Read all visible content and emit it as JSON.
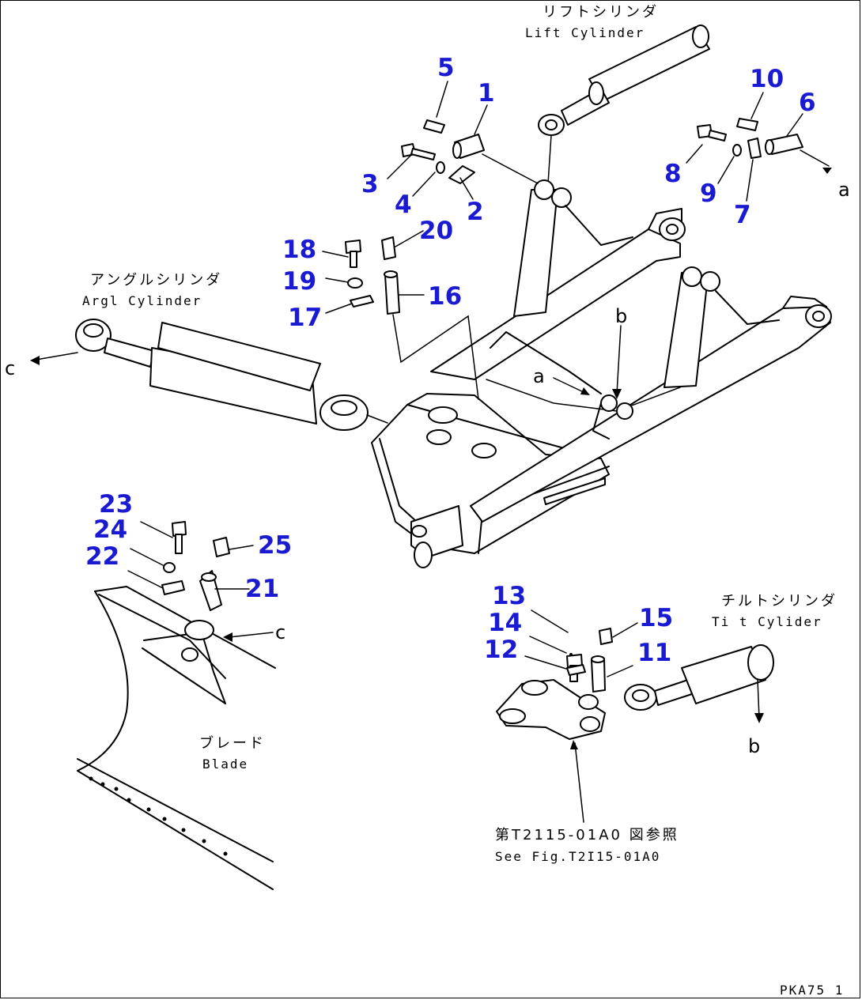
{
  "labels": {
    "lift_jp": "リフトシリンダ",
    "lift_en": "Lift Cylinder",
    "angle_jp": "アングルシリンダ",
    "angle_en": "Argl Cylinder",
    "tilt_jp": "チルトシリンダ",
    "tilt_en": "Ti t Cylider",
    "blade_jp": "ブレード",
    "blade_en": "Blade",
    "seefig_jp": "第T2115-01A0 図参照",
    "seefig_en": "See Fig.T2I15-01A0",
    "code": "PKA75 1"
  },
  "refs": {
    "a1": "a",
    "a2": "a",
    "b1": "b",
    "b2": "b",
    "c1": "c",
    "c2": "c"
  },
  "parts": [
    "1",
    "2",
    "3",
    "4",
    "5",
    "6",
    "7",
    "8",
    "9",
    "10",
    "11",
    "12",
    "13",
    "14",
    "15",
    "16",
    "17",
    "18",
    "19",
    "20",
    "21",
    "22",
    "23",
    "24",
    "25"
  ],
  "colors": {
    "callout": "#1a1ad2",
    "line": "#000000"
  }
}
